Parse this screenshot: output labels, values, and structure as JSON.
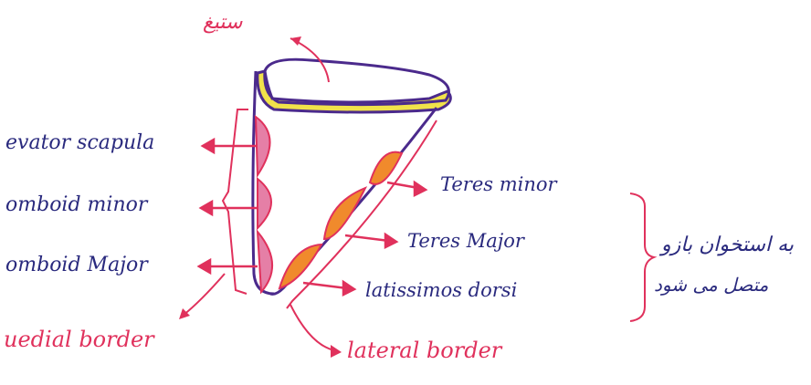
{
  "title_farsi": "ستیغ",
  "muscles_medial": [
    "evator scapula",
    "omboid minor",
    "omboid Major"
  ],
  "muscles_lateral": [
    "Teres minor",
    "Teres Major",
    "latissimos dorsi"
  ],
  "borders": {
    "medial": "uedial border",
    "lateral": "lateral border"
  },
  "note_farsi": {
    "line1": "به استخوان بازو",
    "line2": "متصل می شود"
  },
  "colors": {
    "outline": "#4b2a8c",
    "spine_fill": "#f1e24a",
    "medial_muscle_fill": "#e57fa6",
    "lateral_muscle_fill": "#f08a2c",
    "arrow": "#e0315c",
    "label_text": "#2a2a7e",
    "border_text": "#e0315c"
  }
}
